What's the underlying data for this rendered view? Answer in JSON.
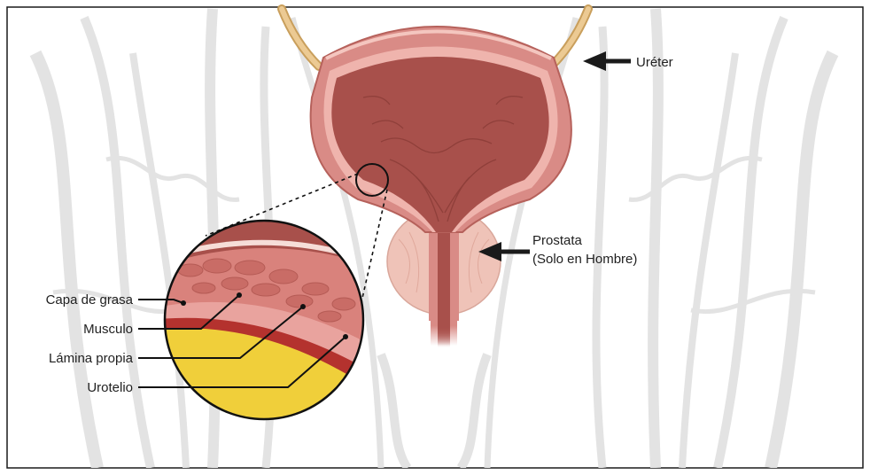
{
  "labels": {
    "ureter": "Uréter",
    "prostate_line1": "Prostata",
    "prostate_line2": "(Solo en Hombre)",
    "fat_layer": "Capa de grasa",
    "muscle": "Musculo",
    "lamina_propria": "Lámina propia",
    "urothelium": "Urotelio"
  },
  "colors": {
    "background_anatomy": "#e6e6e6",
    "bladder_wall": "#d98b86",
    "bladder_lumen": "#a8504b",
    "mucosa": "#efb4ad",
    "prostate": "#efc3b8",
    "ureter": "#e7c48c",
    "fat": "#f0cf3a",
    "arrow": "#1a1a1a"
  }
}
